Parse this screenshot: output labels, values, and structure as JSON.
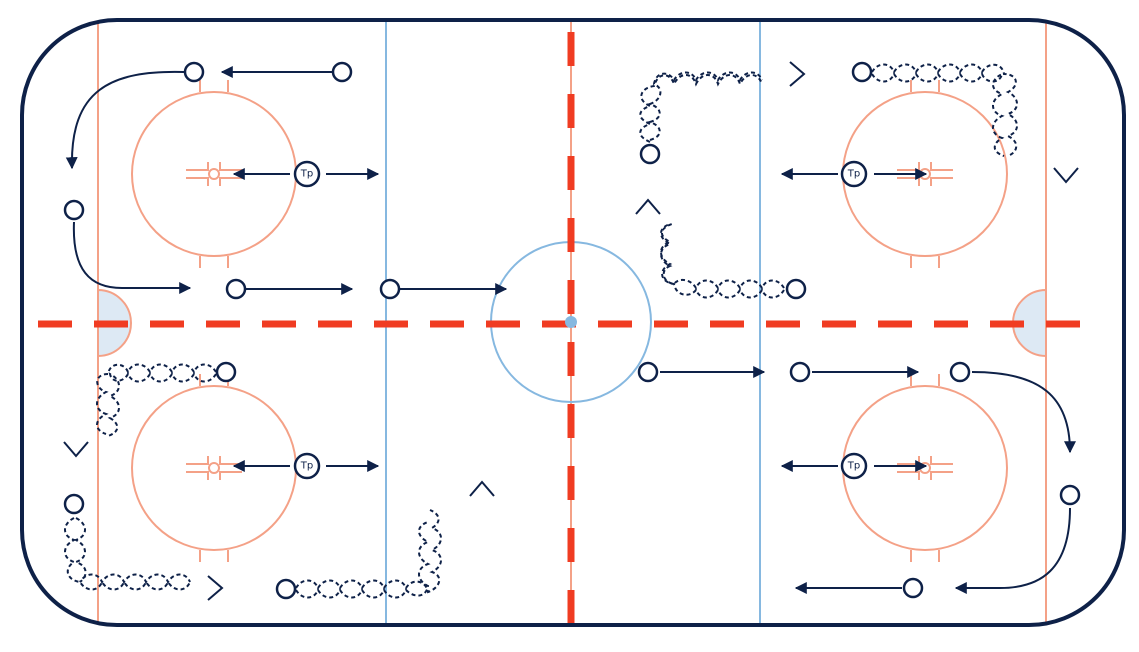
{
  "colors": {
    "board": "#0e2148",
    "goal_line": "#f4a187",
    "faceoff": "#f4a187",
    "blue_line": "#86b8e0",
    "center_line": "#f03c22",
    "crease_fill": "#dde9f4",
    "ink": "#0e2148",
    "ice": "#ffffff"
  },
  "labels": {
    "tp": "Tp"
  },
  "icons": {
    "player": "circle-marker",
    "coach": "tp-marker",
    "pass": "solid-arrow",
    "skate_puck": "wavy-arrow"
  }
}
